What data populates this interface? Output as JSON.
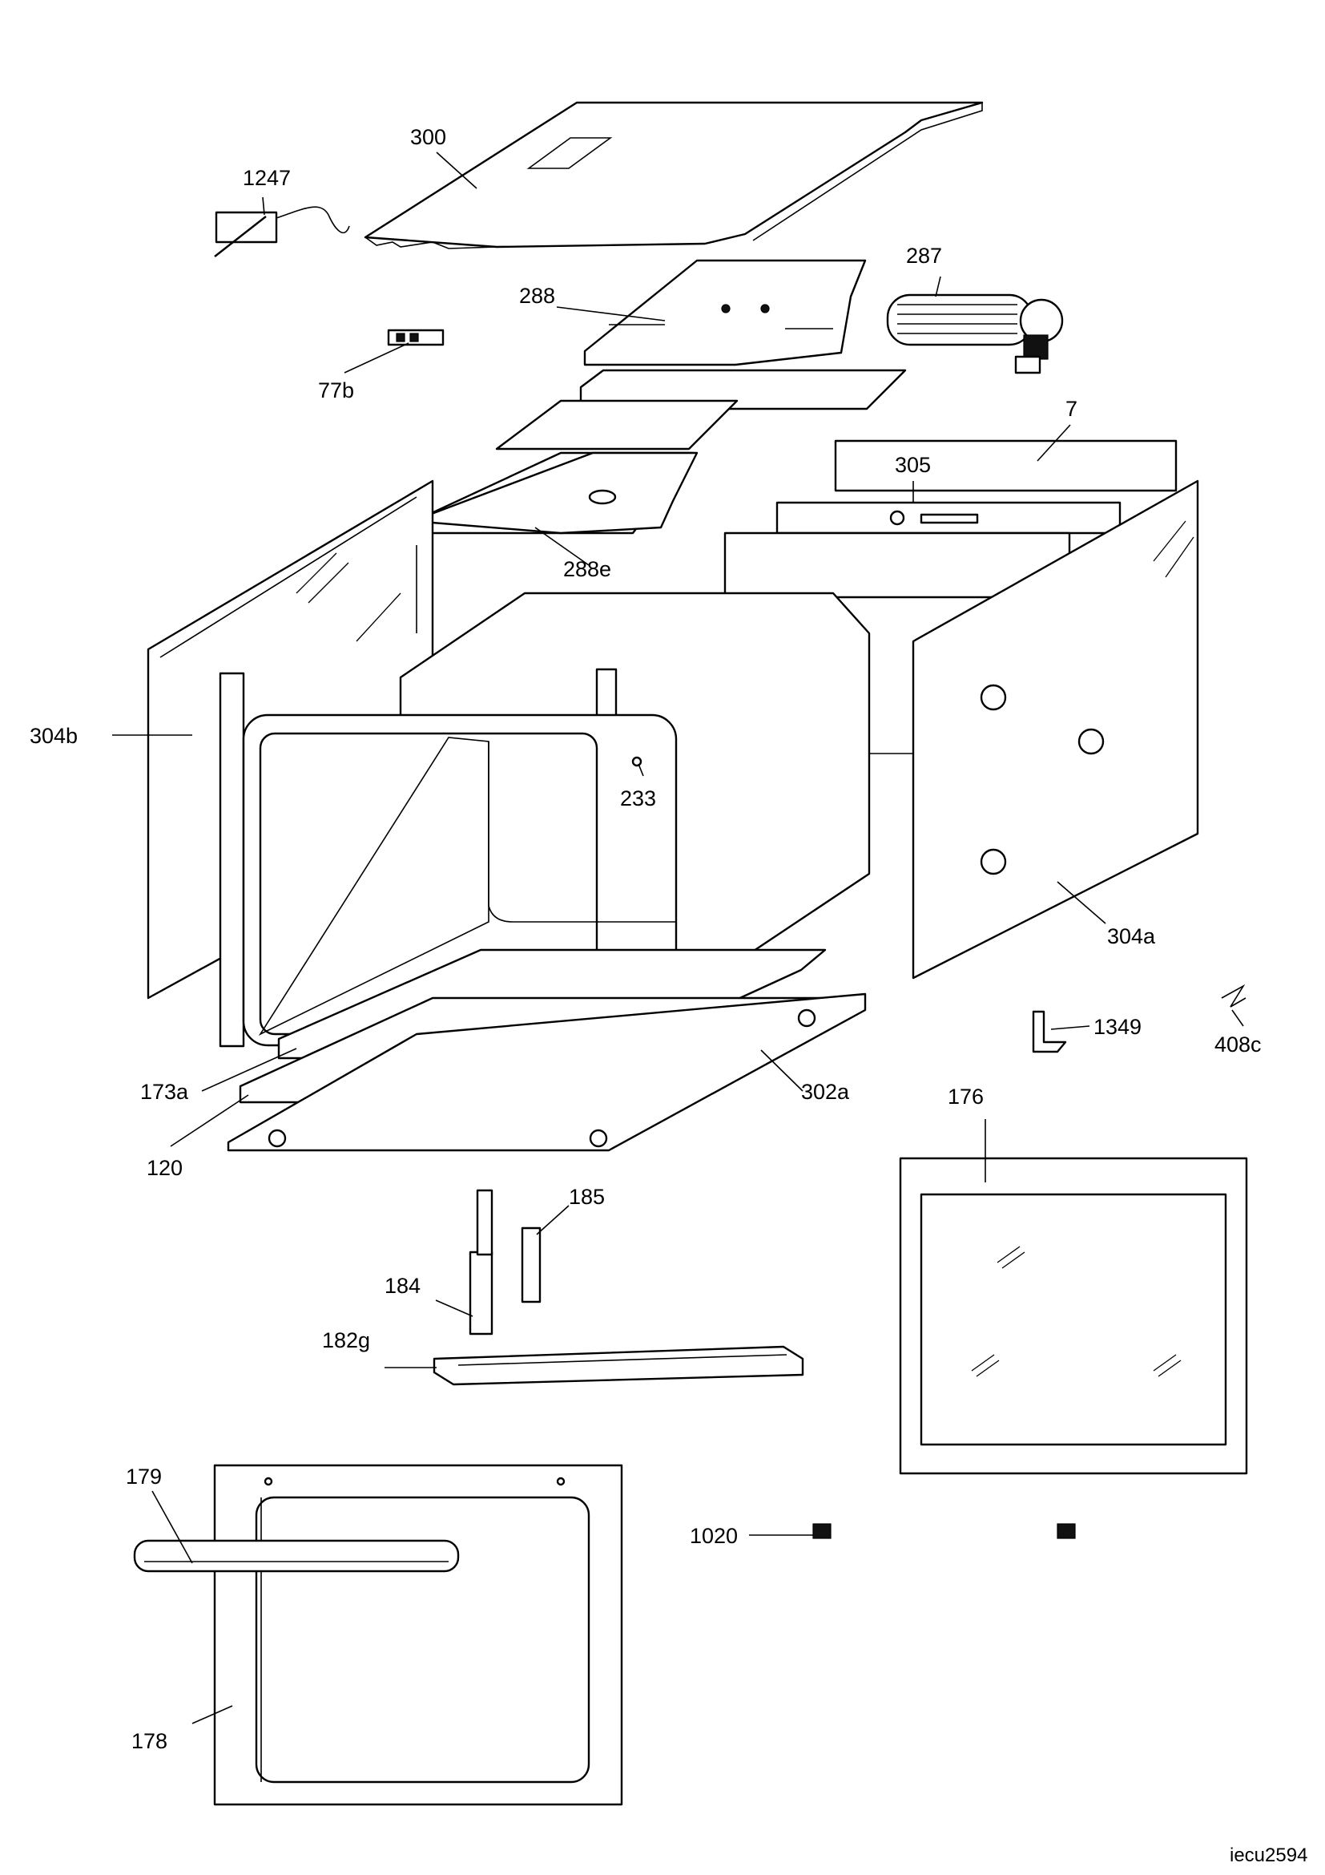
{
  "diagram": {
    "reference": "iecu2594",
    "part_labels": {
      "p300": "300",
      "p1247": "1247",
      "p287": "287",
      "p288": "288",
      "p77b": "77b",
      "p7": "7",
      "p305": "305",
      "p288e": "288e",
      "p304b": "304b",
      "p233": "233",
      "p304a": "304a",
      "p1349": "1349",
      "p408c": "408c",
      "p173a": "173a",
      "p302a": "302a",
      "p176": "176",
      "p120": "120",
      "p185": "185",
      "p184": "184",
      "p182g": "182g",
      "p179": "179",
      "p1020": "1020",
      "p178": "178"
    }
  }
}
